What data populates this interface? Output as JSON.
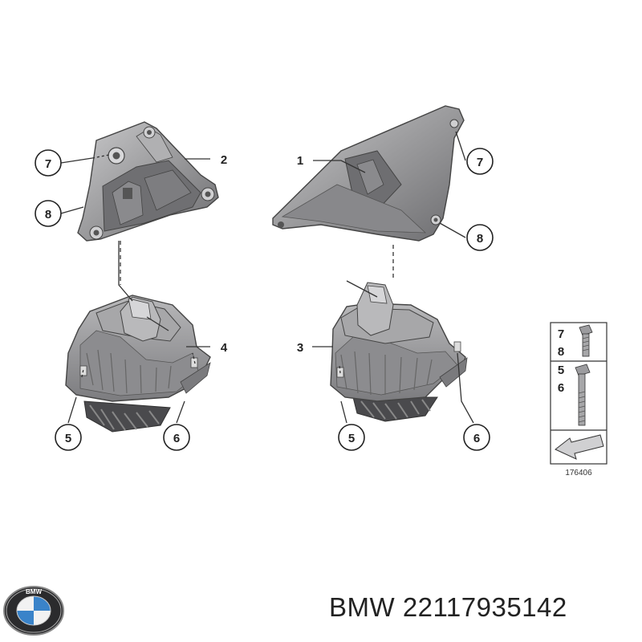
{
  "callouts": [
    {
      "id": "c7a",
      "label": "7"
    },
    {
      "id": "c2",
      "label": "2"
    },
    {
      "id": "c8a",
      "label": "8"
    },
    {
      "id": "c1",
      "label": "1"
    },
    {
      "id": "c7b",
      "label": "7"
    },
    {
      "id": "c8b",
      "label": "8"
    },
    {
      "id": "c4",
      "label": "4"
    },
    {
      "id": "c3",
      "label": "3"
    },
    {
      "id": "c5a",
      "label": "5"
    },
    {
      "id": "c6a",
      "label": "6"
    },
    {
      "id": "c5b",
      "label": "5"
    },
    {
      "id": "c6b",
      "label": "6"
    }
  ],
  "legend": {
    "rows": [
      {
        "numbers": [
          "7",
          "8"
        ],
        "part": "short-bolt"
      },
      {
        "numbers": [
          "5",
          "6"
        ],
        "part": "long-bolt"
      }
    ],
    "arrow_icon": "direction-arrow-icon"
  },
  "reference_number": "176406",
  "brand_logo_text": "BMW",
  "part_number": "BMW 22117935142",
  "colors": {
    "part_fill": "#9a9a9c",
    "part_dark": "#5f5f62",
    "part_light": "#c4c4c6",
    "line": "#333333"
  }
}
